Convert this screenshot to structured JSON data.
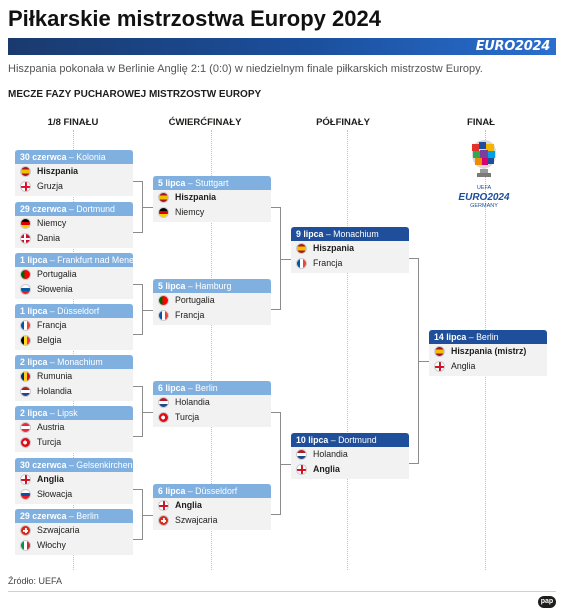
{
  "title": "Piłkarskie mistrzostwa Europy 2024",
  "banner_logo": "EURO2024",
  "subtitle": "Hiszpania pokonała w Berlinie Anglię 2:1 (0:0) w niedzielnym finale piłkarskich mistrzostw Europy.",
  "section_title": "MECZE FAZY PUCHAROWEJ MISTRZOSTW EUROPY",
  "columns": [
    "1/8 FINAŁU",
    "ĆWIERĆFINAŁY",
    "PÓŁFINAŁY",
    "FINAŁ"
  ],
  "logo": {
    "line1": "EURO2024",
    "line2": "GERMANY",
    "small": "UEFA"
  },
  "round16": [
    {
      "date": "30 czerwca",
      "city": "Kolonia",
      "teams": [
        {
          "name": "Hiszpania",
          "flag": "esp",
          "win": true
        },
        {
          "name": "Gruzja",
          "flag": "geo",
          "win": false
        }
      ]
    },
    {
      "date": "29 czerwca",
      "city": "Dortmund",
      "teams": [
        {
          "name": "Niemcy",
          "flag": "ger",
          "win": false
        },
        {
          "name": "Dania",
          "flag": "den",
          "win": false
        }
      ]
    },
    {
      "date": "1 lipca",
      "city": "Frankfurt nad Menem",
      "teams": [
        {
          "name": "Portugalia",
          "flag": "por",
          "win": false
        },
        {
          "name": "Słowenia",
          "flag": "svn",
          "win": false
        }
      ]
    },
    {
      "date": "1 lipca",
      "city": "Düsseldorf",
      "teams": [
        {
          "name": "Francja",
          "flag": "fra",
          "win": false
        },
        {
          "name": "Belgia",
          "flag": "bel",
          "win": false
        }
      ]
    },
    {
      "date": "2 lipca",
      "city": "Monachium",
      "teams": [
        {
          "name": "Rumunia",
          "flag": "rou",
          "win": false
        },
        {
          "name": "Holandia",
          "flag": "ned",
          "win": false
        }
      ]
    },
    {
      "date": "2 lipca",
      "city": "Lipsk",
      "teams": [
        {
          "name": "Austria",
          "flag": "aut",
          "win": false
        },
        {
          "name": "Turcja",
          "flag": "tur",
          "win": false
        }
      ]
    },
    {
      "date": "30 czerwca",
      "city": "Gelsenkirchen",
      "teams": [
        {
          "name": "Anglia",
          "flag": "eng",
          "win": true
        },
        {
          "name": "Słowacja",
          "flag": "svk",
          "win": false
        }
      ]
    },
    {
      "date": "29 czerwca",
      "city": "Berlin",
      "teams": [
        {
          "name": "Szwajcaria",
          "flag": "sui",
          "win": false
        },
        {
          "name": "Włochy",
          "flag": "ita",
          "win": false
        }
      ]
    }
  ],
  "quarterfinals": [
    {
      "date": "5 lipca",
      "city": "Stuttgart",
      "teams": [
        {
          "name": "Hiszpania",
          "flag": "esp",
          "win": true
        },
        {
          "name": "Niemcy",
          "flag": "ger",
          "win": false
        }
      ]
    },
    {
      "date": "5 lipca",
      "city": "Hamburg",
      "teams": [
        {
          "name": "Portugalia",
          "flag": "por",
          "win": false
        },
        {
          "name": "Francja",
          "flag": "fra",
          "win": false
        }
      ]
    },
    {
      "date": "6 lipca",
      "city": "Berlin",
      "teams": [
        {
          "name": "Holandia",
          "flag": "ned",
          "win": false
        },
        {
          "name": "Turcja",
          "flag": "tur",
          "win": false
        }
      ]
    },
    {
      "date": "6 lipca",
      "city": "Düsseldorf",
      "teams": [
        {
          "name": "Anglia",
          "flag": "eng",
          "win": true
        },
        {
          "name": "Szwajcaria",
          "flag": "sui",
          "win": false
        }
      ]
    }
  ],
  "semifinals": [
    {
      "date": "9 lipca",
      "city": "Monachium",
      "teams": [
        {
          "name": "Hiszpania",
          "flag": "esp",
          "win": true
        },
        {
          "name": "Francja",
          "flag": "fra",
          "win": false
        }
      ]
    },
    {
      "date": "10 lipca",
      "city": "Dortmund",
      "teams": [
        {
          "name": "Holandia",
          "flag": "ned",
          "win": false
        },
        {
          "name": "Anglia",
          "flag": "eng",
          "win": true
        }
      ]
    }
  ],
  "final": [
    {
      "date": "14 lipca",
      "city": "Berlin",
      "teams": [
        {
          "name": "Hiszpania (mistrz)",
          "flag": "esp",
          "win": true
        },
        {
          "name": "Anglia",
          "flag": "eng",
          "win": false
        }
      ]
    }
  ],
  "source": "Źródło: UEFA",
  "agency": "pap"
}
